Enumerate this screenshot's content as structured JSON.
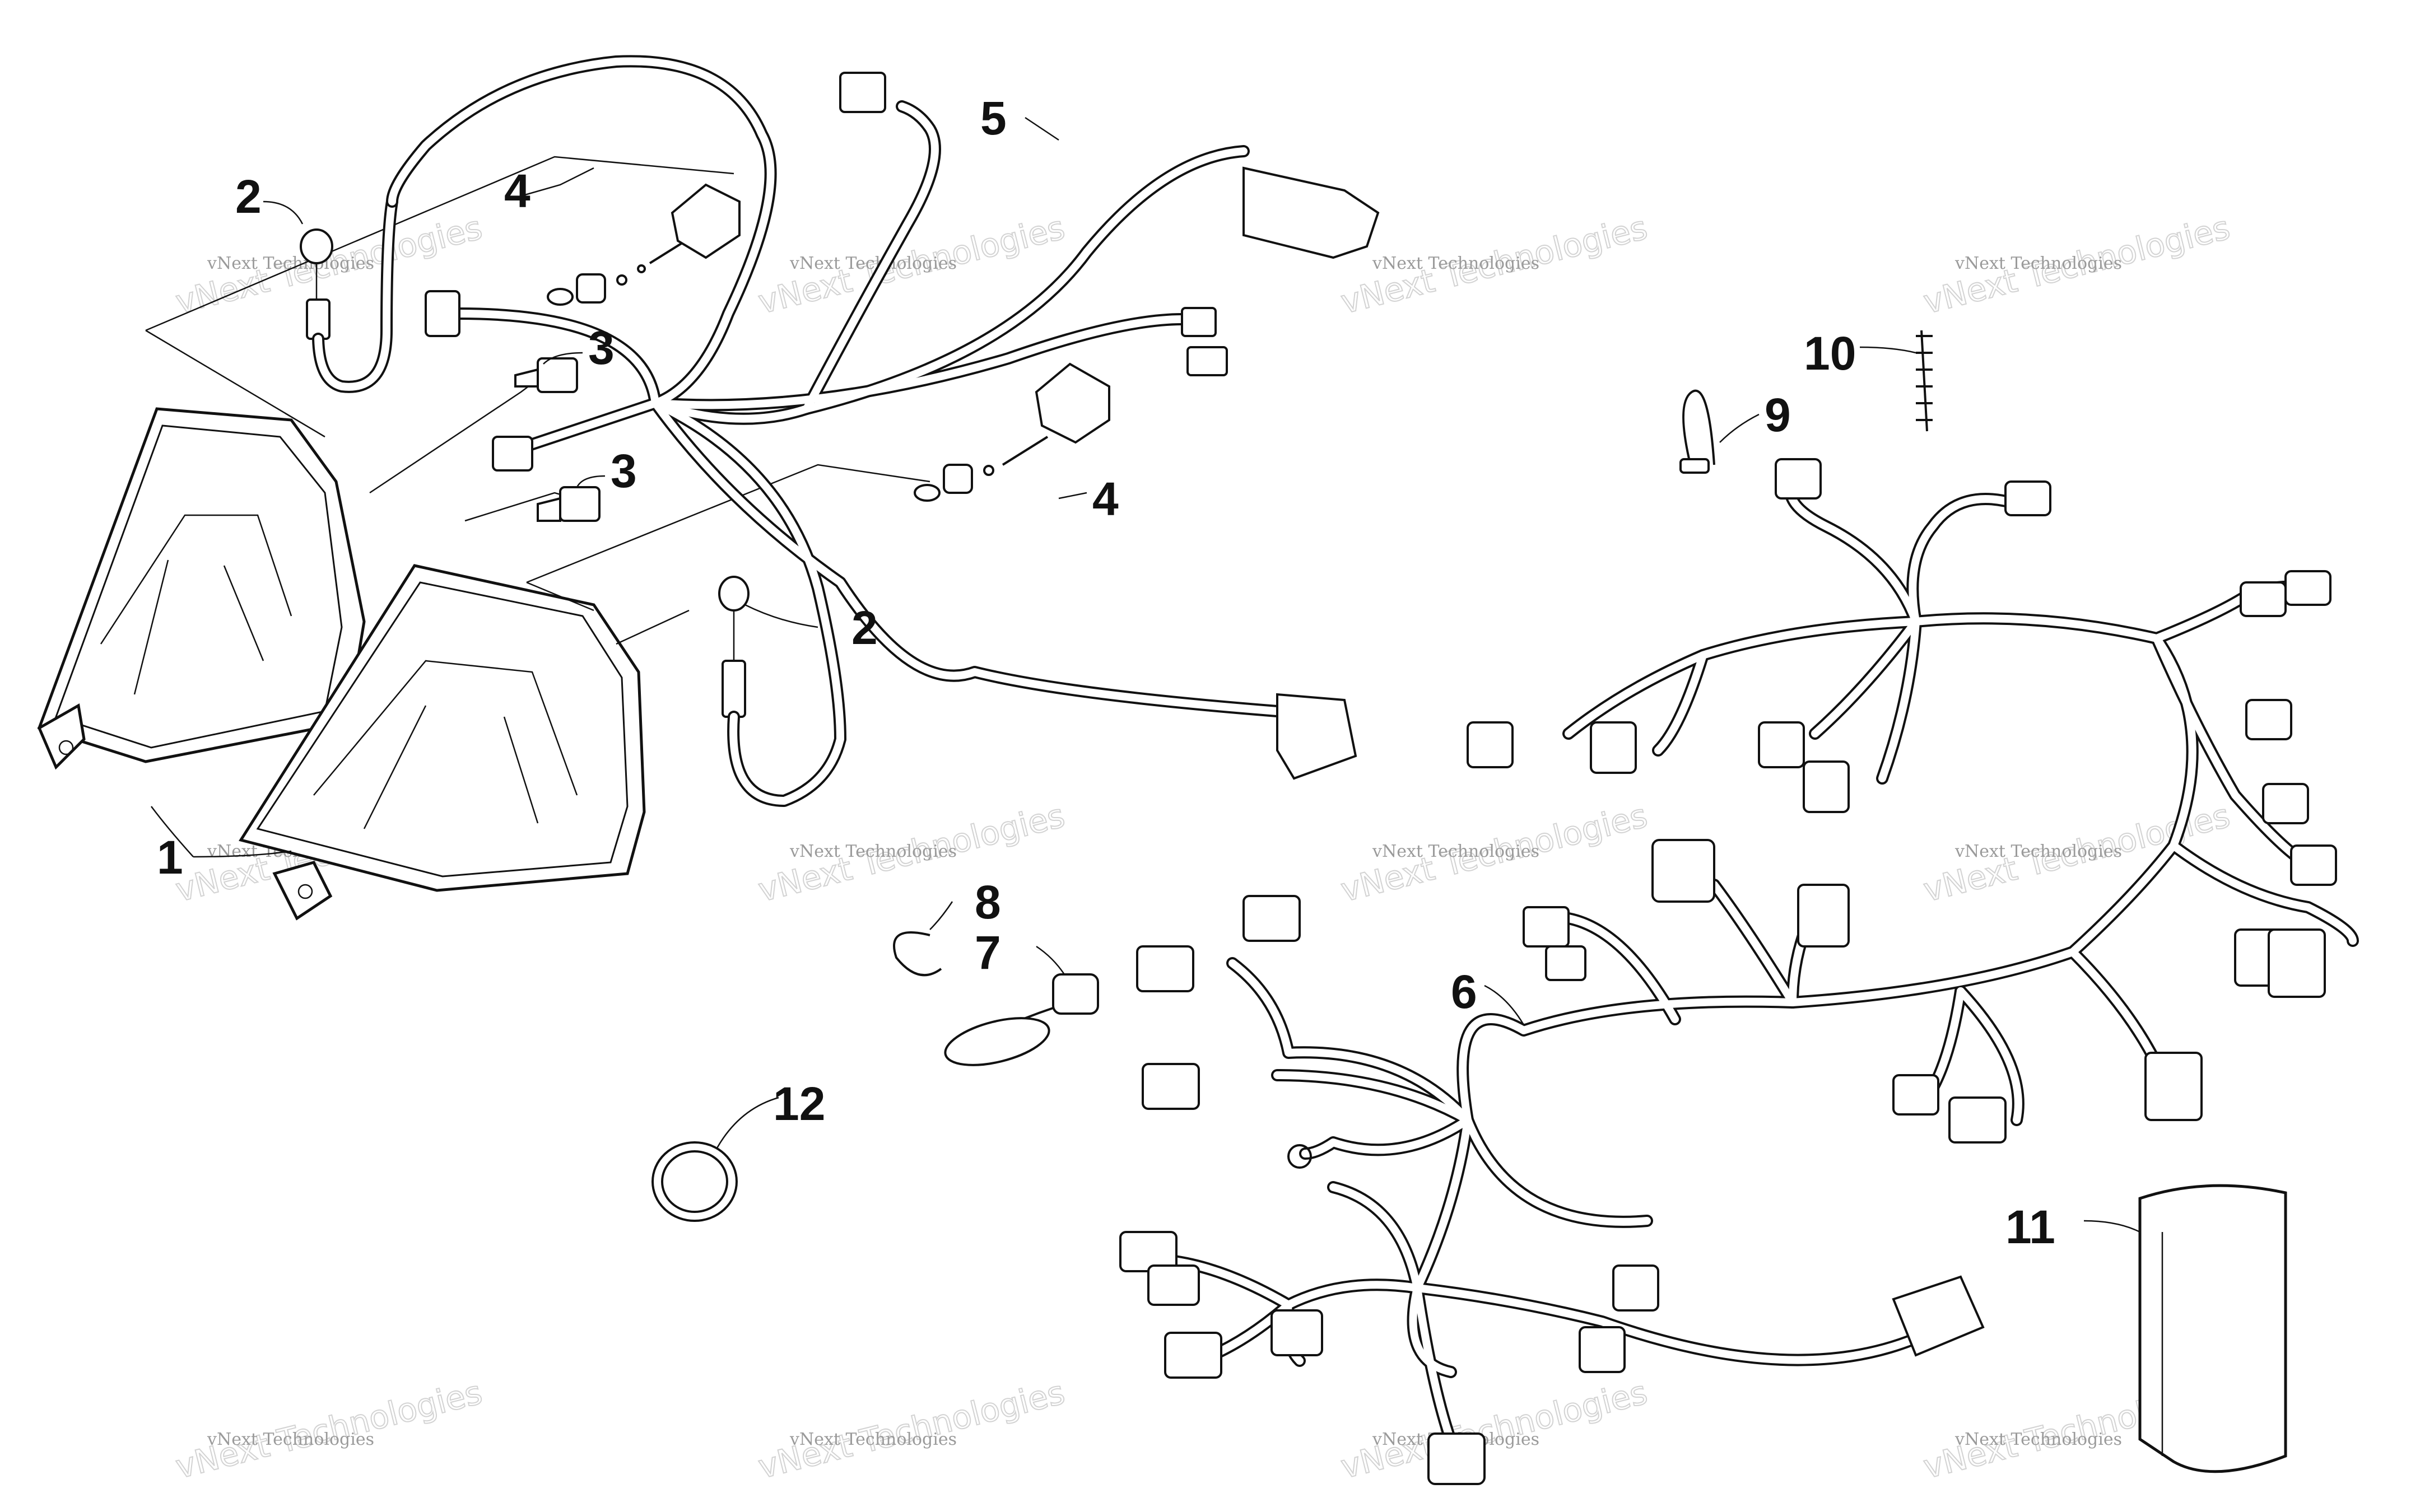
{
  "watermark": {
    "short": "vNext Technologies",
    "big": "vNext Technologies"
  },
  "callouts": {
    "c1": "1",
    "c2a": "2",
    "c2b": "2",
    "c3a": "3",
    "c3b": "3",
    "c4a": "4",
    "c4b": "4",
    "c5": "5",
    "c6": "6",
    "c7": "7",
    "c8": "8",
    "c9": "9",
    "c10": "10",
    "c11": "11",
    "c12": "12"
  }
}
